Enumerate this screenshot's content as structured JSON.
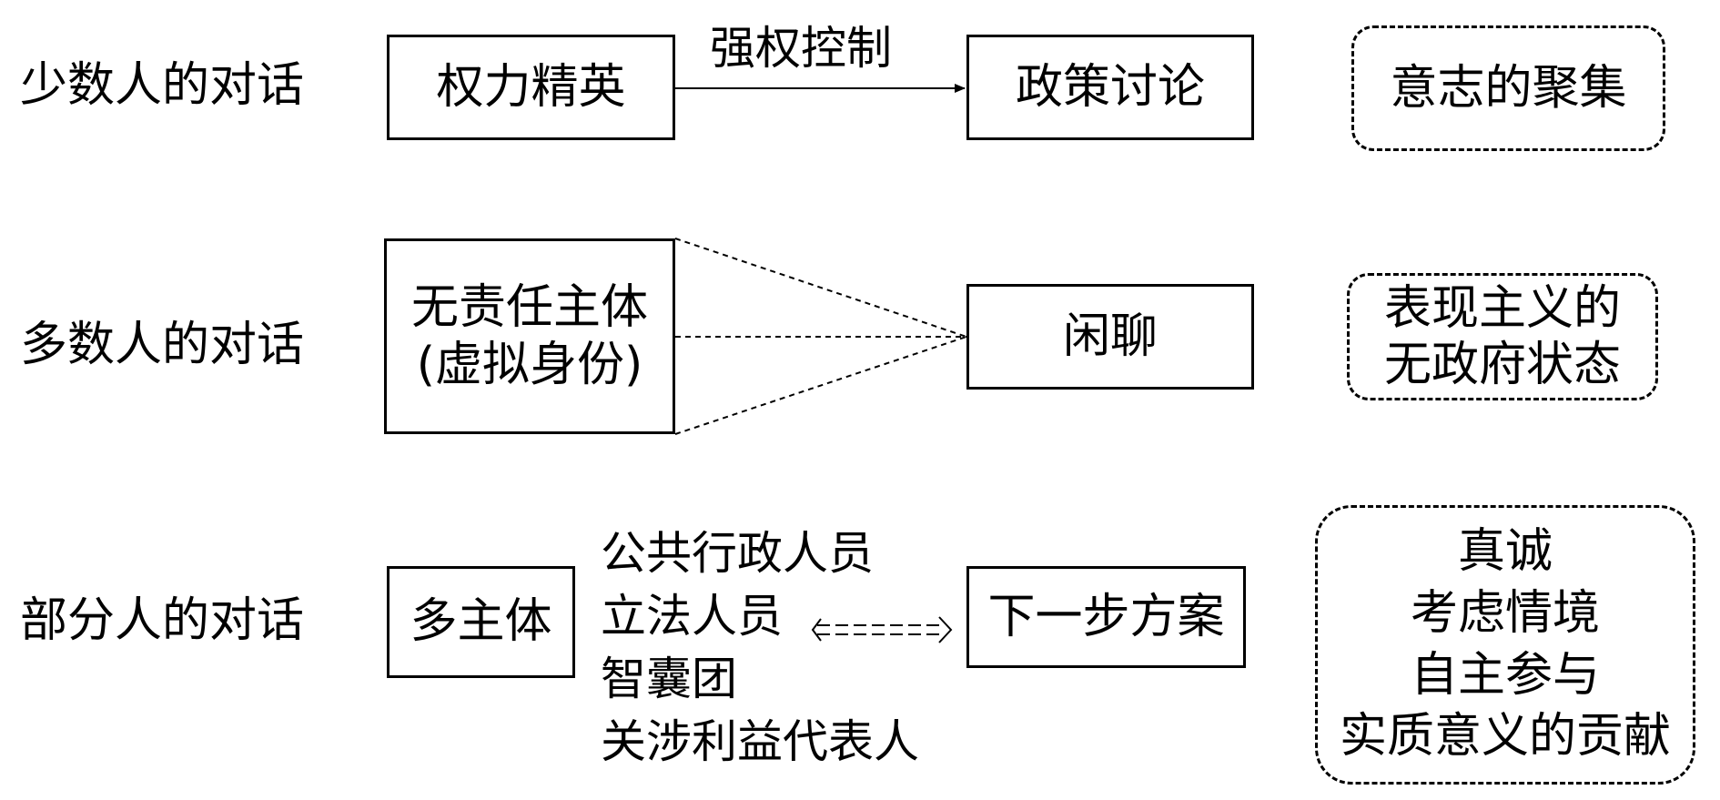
{
  "rows": [
    {
      "label": "少数人的对话",
      "left_box": [
        "权力精英"
      ],
      "middle_box": "政策讨论",
      "connector_label": "强权控制",
      "result": [
        "意志的聚集"
      ]
    },
    {
      "label": "多数人的对话",
      "left_box": [
        "无责任主体",
        "(虚拟身份)"
      ],
      "middle_box": "闲聊",
      "result": [
        "表现主义的",
        "无政府状态"
      ]
    },
    {
      "label": "部分人的对话",
      "left_box": [
        "多主体"
      ],
      "participants": [
        "公共行政人员",
        "立法人员",
        "智囊团",
        "关涉利益代表人"
      ],
      "middle_box": "下一步方案",
      "result": [
        "真诚",
        "考虑情境",
        "自主参与",
        "实质意义的贡献"
      ]
    }
  ]
}
